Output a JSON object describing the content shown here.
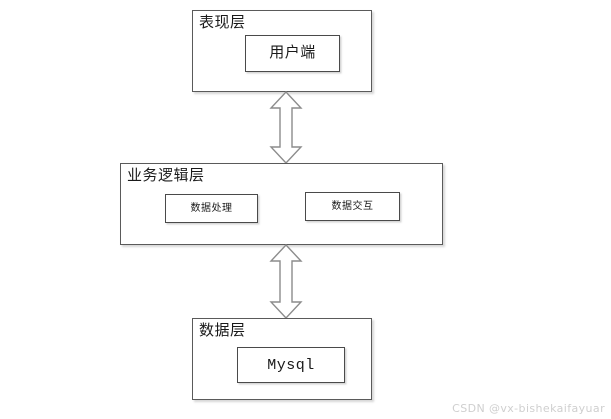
{
  "diagram": {
    "type": "layered-architecture",
    "background_color": "#ffffff",
    "box_border_color": "#5a5a5a",
    "arrow_outline_color": "#8c8c8c",
    "arrow_fill_color": "#ffffff",
    "layers": [
      {
        "id": "presentation",
        "title": "表现层",
        "components": [
          {
            "id": "client",
            "label": "用户端"
          }
        ]
      },
      {
        "id": "business",
        "title": "业务逻辑层",
        "components": [
          {
            "id": "data-process",
            "label": "数据处理"
          },
          {
            "id": "data-interact",
            "label": "数据交互"
          }
        ]
      },
      {
        "id": "data",
        "title": "数据层",
        "components": [
          {
            "id": "mysql",
            "label": "Mysql"
          }
        ]
      }
    ],
    "connectors": [
      {
        "id": "presentation-business",
        "direction": "bidirectional",
        "style": "hollow-block-arrow"
      },
      {
        "id": "business-data",
        "direction": "bidirectional",
        "style": "hollow-block-arrow"
      }
    ]
  },
  "watermark": {
    "text": "CSDN @vx-bishekaifayuar",
    "color": "#cfcfcf"
  }
}
